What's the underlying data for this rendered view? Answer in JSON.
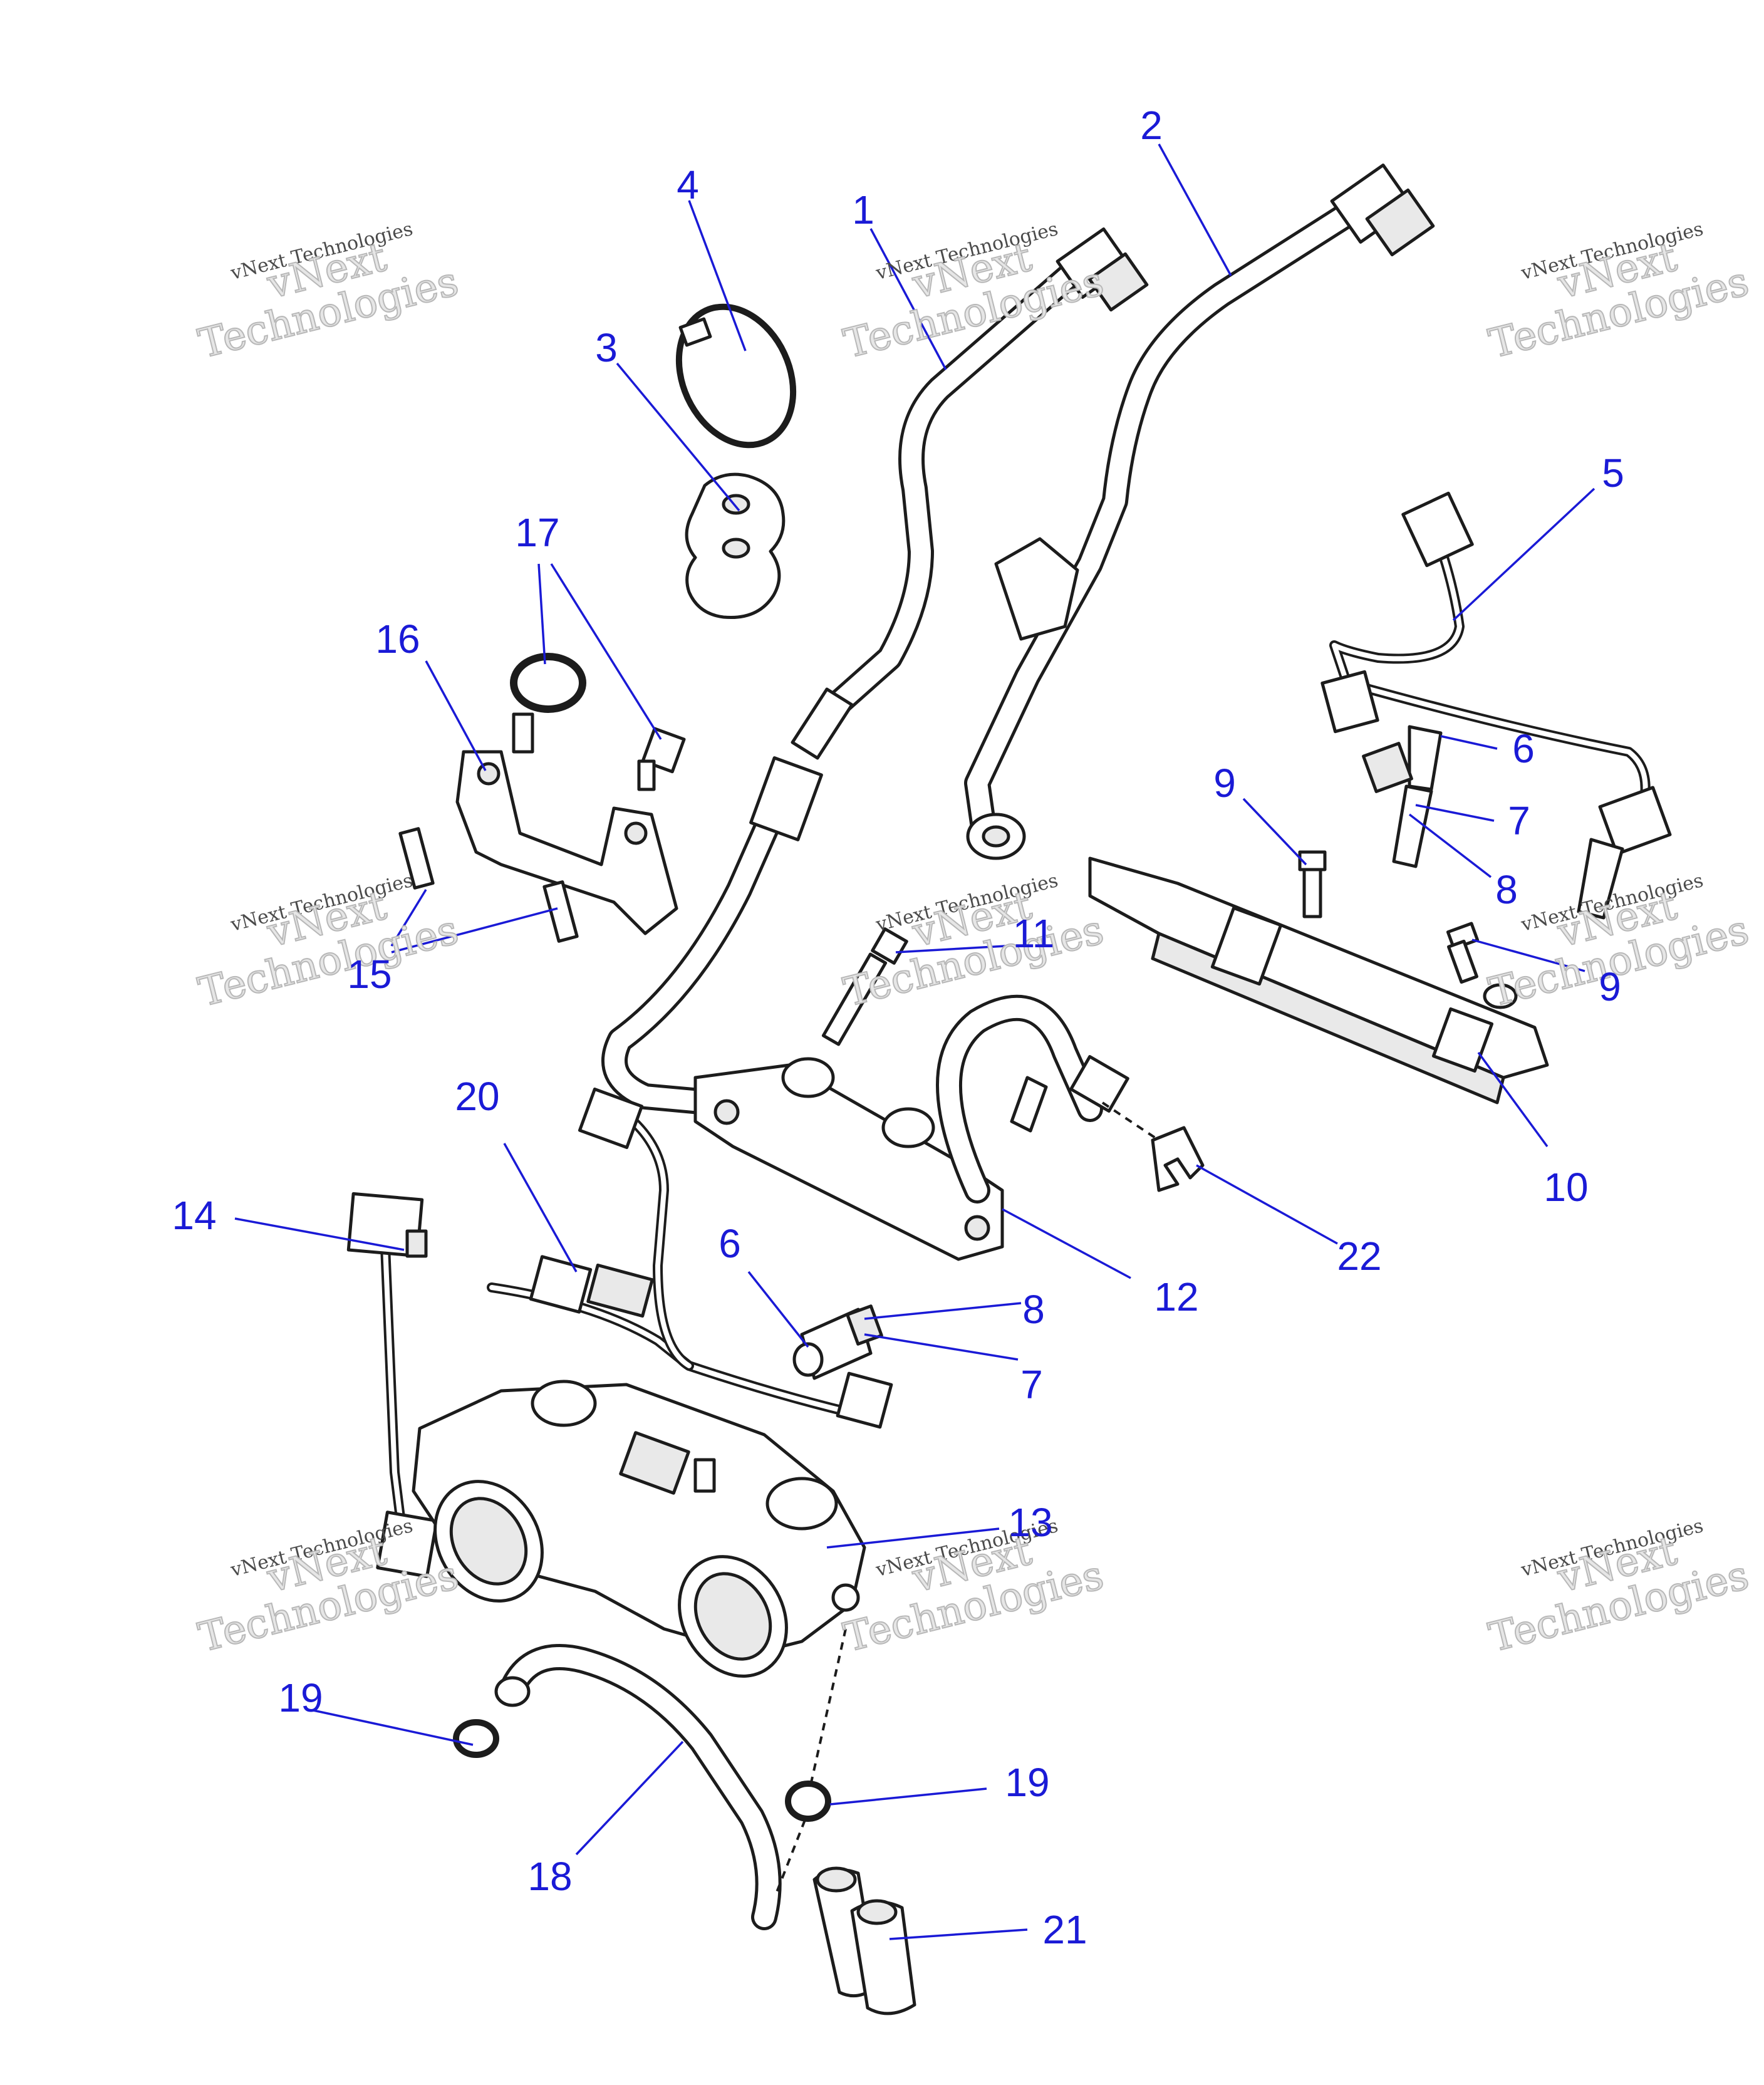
{
  "callouts": [
    {
      "id": "1",
      "label": "1"
    },
    {
      "id": "2",
      "label": "2"
    },
    {
      "id": "3",
      "label": "3"
    },
    {
      "id": "4",
      "label": "4"
    },
    {
      "id": "5",
      "label": "5"
    },
    {
      "id": "6a",
      "label": "6"
    },
    {
      "id": "6b",
      "label": "6"
    },
    {
      "id": "7a",
      "label": "7"
    },
    {
      "id": "7b",
      "label": "7"
    },
    {
      "id": "8a",
      "label": "8"
    },
    {
      "id": "8b",
      "label": "8"
    },
    {
      "id": "9a",
      "label": "9"
    },
    {
      "id": "9b",
      "label": "9"
    },
    {
      "id": "10",
      "label": "10"
    },
    {
      "id": "11",
      "label": "11"
    },
    {
      "id": "12",
      "label": "12"
    },
    {
      "id": "13",
      "label": "13"
    },
    {
      "id": "14",
      "label": "14"
    },
    {
      "id": "15",
      "label": "15"
    },
    {
      "id": "16",
      "label": "16"
    },
    {
      "id": "17",
      "label": "17"
    },
    {
      "id": "18",
      "label": "18"
    },
    {
      "id": "19a",
      "label": "19"
    },
    {
      "id": "19b",
      "label": "19"
    },
    {
      "id": "20",
      "label": "20"
    },
    {
      "id": "21",
      "label": "21"
    },
    {
      "id": "22",
      "label": "22"
    }
  ],
  "watermark": {
    "line1": "vNext Technologies",
    "line2a": "vNext",
    "line2b": "Technologies"
  },
  "colors": {
    "callout": "#1a1ad6",
    "linework": "#1c1c1c"
  }
}
